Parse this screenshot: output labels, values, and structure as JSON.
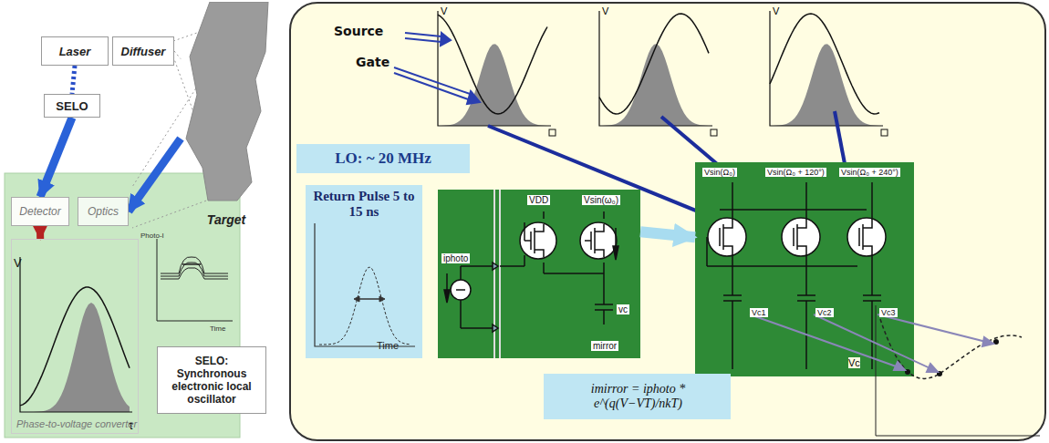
{
  "diagram": {
    "nodes": [
      {
        "text": [
          "Laser"
        ]
      },
      {
        "text": [
          "Diffuser"
        ]
      },
      {
        "text": [
          "SELO"
        ]
      },
      {
        "text": [
          "Detector"
        ]
      },
      {
        "text": [
          "Optics"
        ]
      },
      {
        "text": [
          "V",
          "τ",
          "Phase-to-voltage converter"
        ]
      },
      {
        "text": [
          "Target"
        ]
      },
      {
        "text": [
          "SELO: Synchronous electronic local oscillator"
        ]
      },
      {
        "text": [
          "LO: ~ 20 MHz"
        ]
      },
      {
        "text": [
          "Return Pulse 5 to 15 ns",
          "Time"
        ]
      },
      {
        "text": [
          "VDD",
          "Vsin(ω₀)",
          "iphoto",
          "vc",
          "mirror"
        ]
      },
      {
        "text": [
          "Vsin(Ω₀)",
          "Vsin(Ω₀ + 120°)",
          "Vsin(Ω₀ + 240°)",
          "Vc1",
          "Vc2",
          "Vc3"
        ]
      },
      {
        "text": [
          "imirror = iphoto * e^(q(V−VT)/nkT)"
        ]
      }
    ],
    "edges": [
      {
        "from": 0,
        "to": 2,
        "arrow": "none"
      },
      {
        "from": 2,
        "to": 3,
        "arrow": "to"
      },
      {
        "from": 6,
        "to": 4,
        "arrow": "to"
      },
      {
        "from": 3,
        "to": 5,
        "arrow": "to"
      },
      {
        "from": 10,
        "to": 11,
        "arrow": "to"
      },
      {
        "from": 1,
        "to": 6,
        "arrow": "none"
      }
    ],
    "labels": [
      "Source",
      "Gate",
      "V",
      "V",
      "V",
      "Photo-I",
      "Time",
      "Vc"
    ]
  }
}
